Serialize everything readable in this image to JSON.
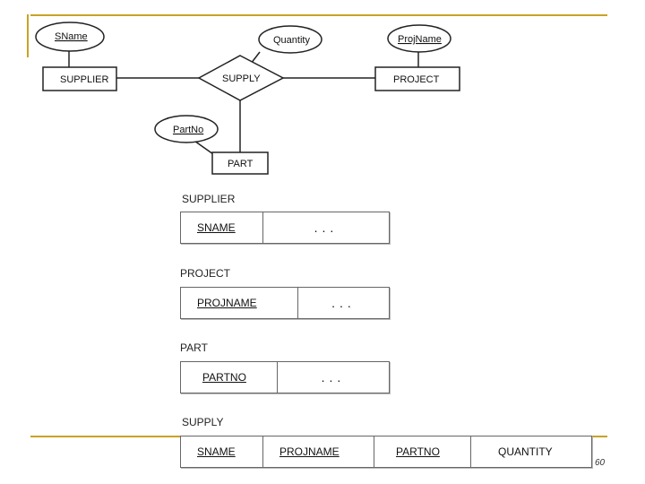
{
  "er_diagram": {
    "entities": {
      "supplier": "SUPPLIER",
      "project": "PROJECT",
      "part": "PART"
    },
    "relationship": "SUPPLY",
    "attributes": {
      "sname": "SName",
      "quantity": "Quantity",
      "projname": "ProjName",
      "partno": "PartNo"
    }
  },
  "relations": [
    {
      "name": "SUPPLIER",
      "columns": [
        {
          "label": "SNAME",
          "key": true
        },
        {
          "label": "...",
          "key": false
        }
      ]
    },
    {
      "name": "PROJECT",
      "columns": [
        {
          "label": "PROJNAME",
          "key": true
        },
        {
          "label": "...",
          "key": false
        }
      ]
    },
    {
      "name": "PART",
      "columns": [
        {
          "label": "PARTNO",
          "key": true
        },
        {
          "label": "...",
          "key": false
        }
      ]
    },
    {
      "name": "SUPPLY",
      "columns": [
        {
          "label": "SNAME",
          "key": true
        },
        {
          "label": "PROJNAME",
          "key": true
        },
        {
          "label": "PARTNO",
          "key": true
        },
        {
          "label": "QUANTITY",
          "key": false
        }
      ]
    }
  ],
  "slide": {
    "page_number": "60"
  },
  "colors": {
    "accent": "#c9a227"
  }
}
